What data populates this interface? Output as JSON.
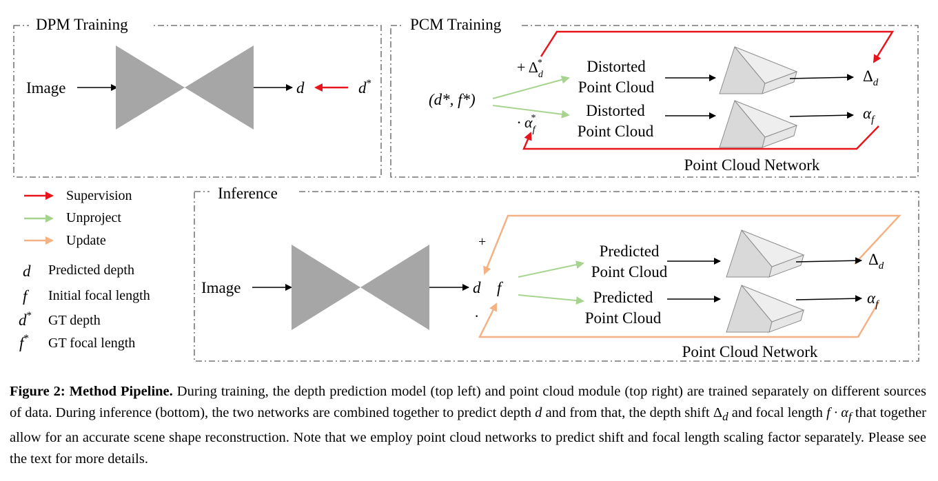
{
  "dpm": {
    "title": "DPM Training",
    "input": "Image",
    "output": "d",
    "gt": "d",
    "gt_sup": "*"
  },
  "pcm": {
    "title": "PCM Training",
    "input": "(d*, f*)",
    "shift_op": "+ Δ",
    "shift_sub": "d",
    "shift_sup": "*",
    "scale_op": "· α",
    "scale_sub": "f",
    "scale_sup": "*",
    "box1_line1": "Distorted",
    "box1_line2": "Point Cloud",
    "box2_line1": "Distorted",
    "box2_line2": "Point Cloud",
    "out1": "Δ",
    "out1_sub": "d",
    "out2": "α",
    "out2_sub": "f",
    "network_label": "Point Cloud Network"
  },
  "legend": {
    "arrows": [
      {
        "label": "Supervision",
        "color": "#e8141b"
      },
      {
        "label": "Unproject",
        "color": "#a6d48f"
      },
      {
        "label": "Update",
        "color": "#f4b183"
      }
    ],
    "symbols": [
      {
        "symbol": "d",
        "sup": "",
        "label": "Predicted depth"
      },
      {
        "symbol": "f",
        "sup": "",
        "label": "Initial focal length"
      },
      {
        "symbol": "d",
        "sup": "*",
        "label": "GT depth"
      },
      {
        "symbol": "f",
        "sup": "*",
        "label": "GT focal length"
      }
    ]
  },
  "inference": {
    "title": "Inference",
    "input": "Image",
    "d": "d",
    "f": "f",
    "plus": "+",
    "dot": "·",
    "box1_line1": "Predicted",
    "box1_line2": "Point Cloud",
    "box2_line1": "Predicted",
    "box2_line2": "Point Cloud",
    "out1": "Δ",
    "out1_sub": "d",
    "out2": "α",
    "out2_sub": "f",
    "network_label": "Point Cloud Network"
  },
  "caption": {
    "label": "Figure 2: Method Pipeline.",
    "part1": " During training, the depth prediction model (top left) and point cloud module (top right) are trained separately on different sources of data. During inference (bottom), the two networks are combined together to predict depth ",
    "d": "d",
    "part2": " and from that, the depth shift ",
    "delta": "Δ",
    "delta_sub": "d",
    "part3": " and focal length ",
    "f_expr": "f · α",
    "f_sub": "f",
    "part4": " that together allow for an accurate scene shape reconstruction. Note that we employ point cloud networks to predict shift and focal length scaling factor separately. Please see the text for more details."
  },
  "colors": {
    "supervision": "#e8141b",
    "unproject": "#a6d48f",
    "update": "#f4b183",
    "encoder": "#a6a6a6",
    "pointnet": "#d9d9d9"
  }
}
